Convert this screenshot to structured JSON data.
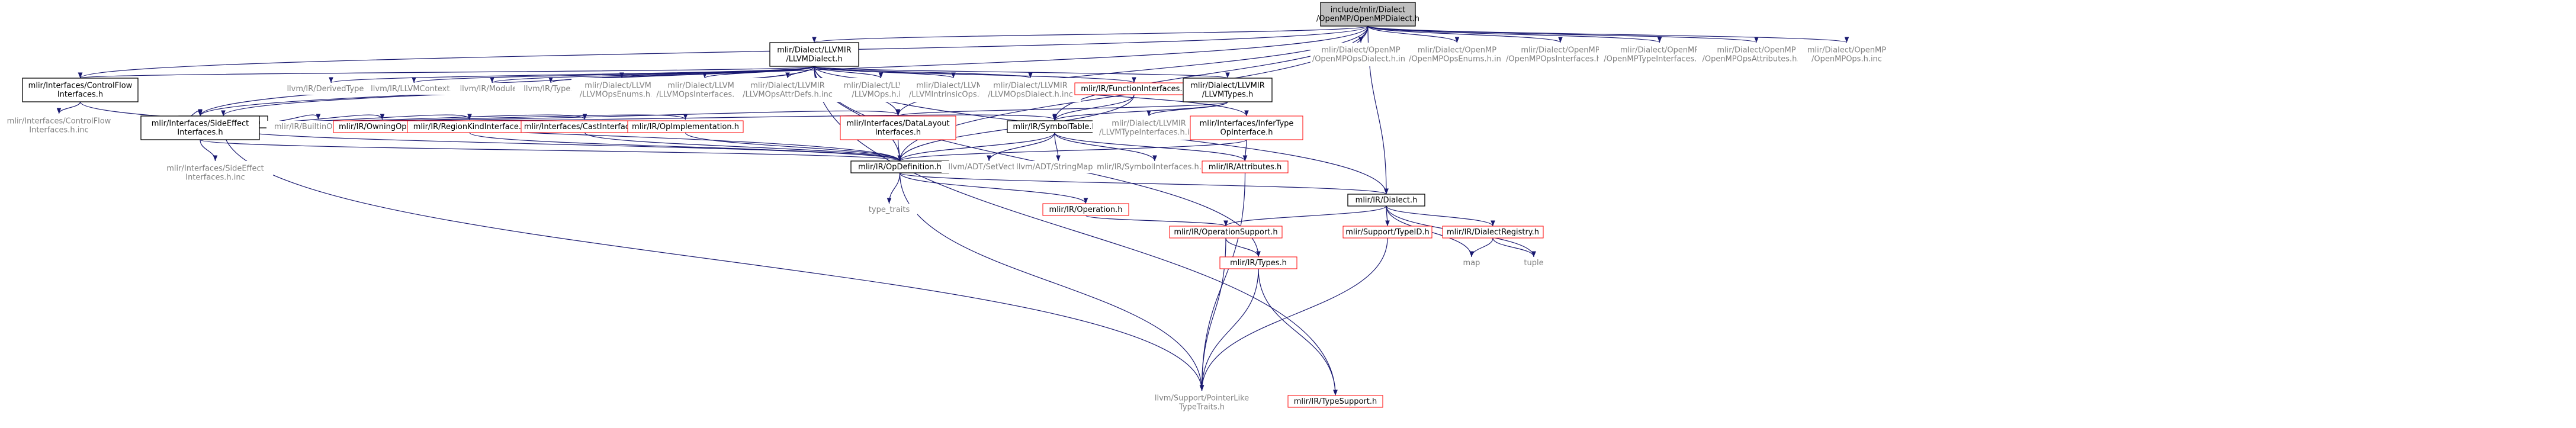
{
  "graph": {
    "colors": {
      "edge": "#191970",
      "text": "#000000",
      "muted_text": "#7f7f7f",
      "root_fill": "#bfbfbf",
      "box_border": "#000000",
      "red_border": "#ff0000",
      "grey_border": "#bfbfbf"
    },
    "nodes": [
      {
        "id": "root",
        "lines": [
          "include/mlir/Dialect",
          "/OpenMP/OpenMPDialect.h"
        ],
        "style": "root"
      },
      {
        "id": "llvmdialect",
        "lines": [
          "mlir/Dialect/LLVMIR",
          "/LLVMDialect.h"
        ],
        "style": "box"
      },
      {
        "id": "ompdialect_inc",
        "lines": [
          "mlir/Dialect/OpenMP",
          "/OpenMPOpsDialect.h.inc"
        ],
        "style": "grey"
      },
      {
        "id": "ompenums",
        "lines": [
          "mlir/Dialect/OpenMP",
          "/OpenMPOpsEnums.h.inc"
        ],
        "style": "grey"
      },
      {
        "id": "ompifaces",
        "lines": [
          "mlir/Dialect/OpenMP",
          "/OpenMPOpsInterfaces.h.inc"
        ],
        "style": "grey"
      },
      {
        "id": "omptypeifaces",
        "lines": [
          "mlir/Dialect/OpenMP",
          "/OpenMPTypeInterfaces.h.inc"
        ],
        "style": "grey"
      },
      {
        "id": "ompattrs",
        "lines": [
          "mlir/Dialect/OpenMP",
          "/OpenMPOpsAttributes.h.inc"
        ],
        "style": "grey"
      },
      {
        "id": "ompops",
        "lines": [
          "mlir/Dialect/OpenMP",
          "/OpenMPOps.h.inc"
        ],
        "style": "grey"
      },
      {
        "id": "controlflow",
        "lines": [
          "mlir/Interfaces/ControlFlow",
          "Interfaces.h"
        ],
        "style": "box"
      },
      {
        "id": "controlflow_inc",
        "lines": [
          "mlir/Interfaces/ControlFlow",
          "Interfaces.h.inc"
        ],
        "style": "grey"
      },
      {
        "id": "builtinops",
        "lines": [
          "mlir/IR/BuiltinOps.h"
        ],
        "style": "box"
      },
      {
        "id": "derivedtypes",
        "lines": [
          "llvm/IR/DerivedTypes.h"
        ],
        "style": "grey"
      },
      {
        "id": "llvmcontext",
        "lines": [
          "llvm/IR/LLVMContext.h"
        ],
        "style": "grey"
      },
      {
        "id": "irmodule",
        "lines": [
          "llvm/IR/Module.h"
        ],
        "style": "grey"
      },
      {
        "id": "irtype",
        "lines": [
          "llvm/IR/Type.h"
        ],
        "style": "grey"
      },
      {
        "id": "llvmopsenums",
        "lines": [
          "mlir/Dialect/LLVMIR",
          "/LLVMOpsEnums.h.inc"
        ],
        "style": "grey"
      },
      {
        "id": "llvmopsifaces",
        "lines": [
          "mlir/Dialect/LLVMIR",
          "/LLVMOpsInterfaces.h.inc"
        ],
        "style": "grey"
      },
      {
        "id": "llvmattrdefs",
        "lines": [
          "mlir/Dialect/LLVMIR",
          "/LLVMOpsAttrDefs.h.inc"
        ],
        "style": "grey"
      },
      {
        "id": "llvmops_inc",
        "lines": [
          "mlir/Dialect/LLVMIR",
          "/LLVMOps.h.inc"
        ],
        "style": "grey"
      },
      {
        "id": "llvmintrinsic",
        "lines": [
          "mlir/Dialect/LLVMIR",
          "/LLVMIntrinsicOps.h.inc"
        ],
        "style": "grey"
      },
      {
        "id": "llvmopsdialect",
        "lines": [
          "mlir/Dialect/LLVMIR",
          "/LLVMOpsDialect.h.inc"
        ],
        "style": "grey"
      },
      {
        "id": "functionifaces",
        "lines": [
          "mlir/IR/FunctionInterfaces.h"
        ],
        "style": "red"
      },
      {
        "id": "llvmtypes",
        "lines": [
          "mlir/Dialect/LLVMIR",
          "/LLVMTypes.h"
        ],
        "style": "box"
      },
      {
        "id": "sideeffect",
        "lines": [
          "mlir/Interfaces/SideEffect",
          "Interfaces.h"
        ],
        "style": "box"
      },
      {
        "id": "sideeffect_inc",
        "lines": [
          "mlir/Interfaces/SideEffect",
          "Interfaces.h.inc"
        ],
        "style": "grey"
      },
      {
        "id": "builtinops_inc",
        "lines": [
          "mlir/IR/BuiltinOps.h.inc"
        ],
        "style": "grey"
      },
      {
        "id": "owningopref",
        "lines": [
          "mlir/IR/OwningOpRef.h"
        ],
        "style": "red"
      },
      {
        "id": "regionkind",
        "lines": [
          "mlir/IR/RegionKindInterface.h"
        ],
        "style": "red"
      },
      {
        "id": "castifaces",
        "lines": [
          "mlir/Interfaces/CastInterfaces.h"
        ],
        "style": "red"
      },
      {
        "id": "opimpl",
        "lines": [
          "mlir/IR/OpImplementation.h"
        ],
        "style": "red"
      },
      {
        "id": "datalayout",
        "lines": [
          "mlir/Interfaces/DataLayout",
          "Interfaces.h"
        ],
        "style": "red"
      },
      {
        "id": "symboltable",
        "lines": [
          "mlir/IR/SymbolTable.h"
        ],
        "style": "box"
      },
      {
        "id": "llvmtypeifaces",
        "lines": [
          "mlir/Dialect/LLVMIR",
          "/LLVMTypeInterfaces.h.inc"
        ],
        "style": "grey"
      },
      {
        "id": "infertype",
        "lines": [
          "mlir/Interfaces/InferType",
          "OpInterface.h"
        ],
        "style": "red"
      },
      {
        "id": "opdefinition",
        "lines": [
          "mlir/IR/OpDefinition.h"
        ],
        "style": "box"
      },
      {
        "id": "setvector",
        "lines": [
          "llvm/ADT/SetVector.h"
        ],
        "style": "grey"
      },
      {
        "id": "stringmap",
        "lines": [
          "llvm/ADT/StringMap.h"
        ],
        "style": "grey"
      },
      {
        "id": "symbolifaces",
        "lines": [
          "mlir/IR/SymbolInterfaces.h.inc"
        ],
        "style": "grey"
      },
      {
        "id": "irattrs",
        "lines": [
          "mlir/IR/Attributes.h"
        ],
        "style": "red"
      },
      {
        "id": "typetraits",
        "lines": [
          "type_traits"
        ],
        "style": "grey"
      },
      {
        "id": "iroperation",
        "lines": [
          "mlir/IR/Operation.h"
        ],
        "style": "red"
      },
      {
        "id": "irdialect",
        "lines": [
          "mlir/IR/Dialect.h"
        ],
        "style": "box"
      },
      {
        "id": "opsupport",
        "lines": [
          "mlir/IR/OperationSupport.h"
        ],
        "style": "red"
      },
      {
        "id": "typeid",
        "lines": [
          "mlir/Support/TypeID.h"
        ],
        "style": "red"
      },
      {
        "id": "dialectregistry",
        "lines": [
          "mlir/IR/DialectRegistry.h"
        ],
        "style": "red"
      },
      {
        "id": "irtypes",
        "lines": [
          "mlir/IR/Types.h"
        ],
        "style": "red"
      },
      {
        "id": "map",
        "lines": [
          "map"
        ],
        "style": "grey"
      },
      {
        "id": "tuple",
        "lines": [
          "tuple"
        ],
        "style": "grey"
      },
      {
        "id": "pointerlike",
        "lines": [
          "llvm/Support/PointerLike",
          "TypeTraits.h"
        ],
        "style": "grey"
      },
      {
        "id": "typesupport",
        "lines": [
          "mlir/IR/TypeSupport.h"
        ],
        "style": "red"
      }
    ],
    "edges": [
      [
        "root",
        "llvmdialect"
      ],
      [
        "root",
        "ompdialect_inc"
      ],
      [
        "root",
        "ompenums"
      ],
      [
        "root",
        "ompifaces"
      ],
      [
        "root",
        "omptypeifaces"
      ],
      [
        "root",
        "ompattrs"
      ],
      [
        "root",
        "ompops"
      ],
      [
        "root",
        "controlflow"
      ],
      [
        "root",
        "sideeffect"
      ],
      [
        "root",
        "opdefinition"
      ],
      [
        "root",
        "irdialect"
      ],
      [
        "root",
        "symboltable"
      ],
      [
        "root",
        "datalayout"
      ],
      [
        "llvmdialect",
        "controlflow"
      ],
      [
        "llvmdialect",
        "builtinops"
      ],
      [
        "llvmdialect",
        "derivedtypes"
      ],
      [
        "llvmdialect",
        "llvmcontext"
      ],
      [
        "llvmdialect",
        "irmodule"
      ],
      [
        "llvmdialect",
        "irtype"
      ],
      [
        "llvmdialect",
        "llvmopsenums"
      ],
      [
        "llvmdialect",
        "llvmopsifaces"
      ],
      [
        "llvmdialect",
        "llvmattrdefs"
      ],
      [
        "llvmdialect",
        "llvmops_inc"
      ],
      [
        "llvmdialect",
        "llvmintrinsic"
      ],
      [
        "llvmdialect",
        "llvmopsdialect"
      ],
      [
        "llvmdialect",
        "functionifaces"
      ],
      [
        "llvmdialect",
        "llvmtypes"
      ],
      [
        "llvmdialect",
        "sideeffect"
      ],
      [
        "llvmdialect",
        "infertype"
      ],
      [
        "llvmdialect",
        "irdialect"
      ],
      [
        "llvmdialect",
        "irtypes"
      ],
      [
        "llvmdialect",
        "typesupport"
      ],
      [
        "llvmdialect",
        "datalayout"
      ],
      [
        "llvmdialect",
        "opdefinition"
      ],
      [
        "controlflow",
        "controlflow_inc"
      ],
      [
        "controlflow",
        "opdefinition"
      ],
      [
        "builtinops",
        "sideeffect"
      ],
      [
        "builtinops",
        "builtinops_inc"
      ],
      [
        "builtinops",
        "owningopref"
      ],
      [
        "builtinops",
        "regionkind"
      ],
      [
        "builtinops",
        "castifaces"
      ],
      [
        "builtinops",
        "opimpl"
      ],
      [
        "builtinops",
        "datalayout"
      ],
      [
        "builtinops",
        "symboltable"
      ],
      [
        "builtinops",
        "pointerlike"
      ],
      [
        "builtinops",
        "opdefinition"
      ],
      [
        "sideeffect",
        "sideeffect_inc"
      ],
      [
        "sideeffect",
        "opdefinition"
      ],
      [
        "regionkind",
        "opdefinition"
      ],
      [
        "castifaces",
        "opdefinition"
      ],
      [
        "opimpl",
        "opdefinition"
      ],
      [
        "datalayout",
        "opdefinition"
      ],
      [
        "functionifaces",
        "opdefinition"
      ],
      [
        "functionifaces",
        "symboltable"
      ],
      [
        "llvmtypes",
        "symboltable"
      ],
      [
        "llvmtypes",
        "llvmtypeifaces"
      ],
      [
        "llvmtypes",
        "datalayout"
      ],
      [
        "symboltable",
        "opdefinition"
      ],
      [
        "symboltable",
        "setvector"
      ],
      [
        "symboltable",
        "stringmap"
      ],
      [
        "symboltable",
        "symbolifaces"
      ],
      [
        "symboltable",
        "irattrs"
      ],
      [
        "infertype",
        "opdefinition"
      ],
      [
        "infertype",
        "irattrs"
      ],
      [
        "opdefinition",
        "typetraits"
      ],
      [
        "opdefinition",
        "iroperation"
      ],
      [
        "opdefinition",
        "irdialect"
      ],
      [
        "opdefinition",
        "pointerlike"
      ],
      [
        "iroperation",
        "opsupport"
      ],
      [
        "irattrs",
        "pointerlike"
      ],
      [
        "irdialect",
        "opsupport"
      ],
      [
        "irdialect",
        "typeid"
      ],
      [
        "irdialect",
        "dialectregistry"
      ],
      [
        "irdialect",
        "map"
      ],
      [
        "irdialect",
        "tuple"
      ],
      [
        "opsupport",
        "irtypes"
      ],
      [
        "opsupport",
        "pointerlike"
      ],
      [
        "typeid",
        "pointerlike"
      ],
      [
        "dialectregistry",
        "map"
      ],
      [
        "dialectregistry",
        "tuple"
      ],
      [
        "irtypes",
        "pointerlike"
      ],
      [
        "irtypes",
        "typesupport"
      ]
    ]
  }
}
